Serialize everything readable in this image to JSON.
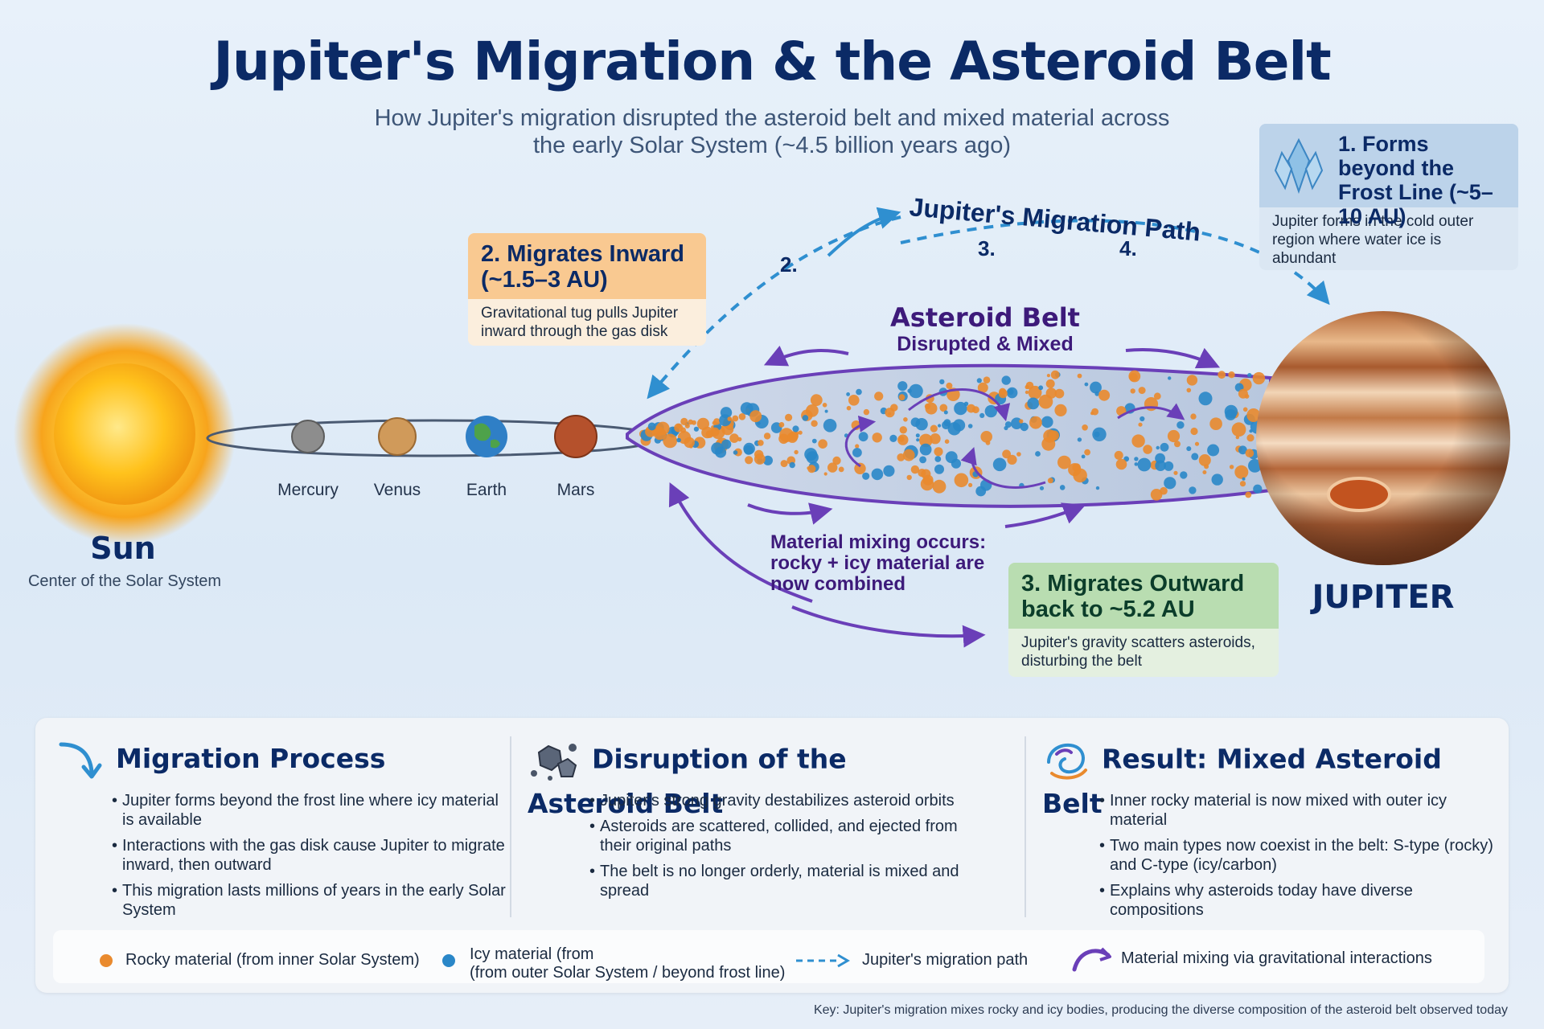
{
  "title": "Jupiter's Migration & the Asteroid Belt",
  "subtitle_line1": "How Jupiter's migration disrupted the asteroid belt and mixed material across",
  "subtitle_line2": "the early Solar System (~4.5 billion years ago)",
  "migration_path_label": "Jupiter's Migration Path",
  "path_numbers": [
    "2.",
    "3.",
    "4."
  ],
  "step1": {
    "title": "1. Forms beyond the Frost Line (~5–10 AU)",
    "body": "Jupiter forms in the cold outer region where water ice is abundant"
  },
  "step2": {
    "title": "2. Migrates Inward (~1.5–3 AU)",
    "body": "Gravitational tug pulls Jupiter inward through the gas disk"
  },
  "step3": {
    "title": "3. Migrates Outward back to ~5.2 AU",
    "body": "Jupiter's gravity scatters asteroids, disturbing the belt"
  },
  "sun": {
    "label": "Sun",
    "sub": "Center of the Solar System"
  },
  "planets": [
    "Mercury",
    "Venus",
    "Earth",
    "Mars"
  ],
  "jupiter_label": "JUPITER",
  "belt": {
    "title": "Asteroid Belt",
    "subtitle": "Disrupted & Mixed"
  },
  "mixing_note": "Material mixing occurs: rocky + icy material are now combined",
  "panels": [
    {
      "title": "Migration Process",
      "icon": "curved-arrow-icon",
      "bullets": [
        "Jupiter forms beyond the frost line where icy material is available",
        "Interactions with the gas disk cause Jupiter to migrate inward, then outward",
        "This migration lasts millions of years in the early Solar System"
      ]
    },
    {
      "title": "Disruption of the Asteroid Belt",
      "icon": "asteroids-icon",
      "bullets": [
        "Jupiter's strong gravity destabilizes asteroid orbits",
        "Asteroids are scattered, collided, and ejected from their original paths",
        "The belt is no longer orderly, material is mixed and spread"
      ]
    },
    {
      "title": "Result: Mixed Asteroid Belt",
      "icon": "swirl-icon",
      "bullets": [
        "Inner rocky material is now mixed with outer icy material",
        "Two main types now coexist in the belt: S-type (rocky) and C-type (icy/carbon)",
        "Explains why asteroids today have diverse compositions"
      ]
    }
  ],
  "legend": {
    "rocky": "Rocky material (from inner Solar System)",
    "icy_line1": "Icy material (from",
    "icy_line2": "(from outer Solar System / beyond frost line)",
    "path": "Jupiter's migration path",
    "mixing": "Material mixing via gravitational interactions"
  },
  "key_note": "Key: Jupiter's migration mixes rocky and icy bodies, producing the diverse composition of the asteroid belt observed today",
  "colors": {
    "rocky": "#e98a2e",
    "icy": "#2a87c8",
    "path": "#2f8fd0",
    "mixing": "#6a3fb8",
    "title": "#0b2a66"
  }
}
